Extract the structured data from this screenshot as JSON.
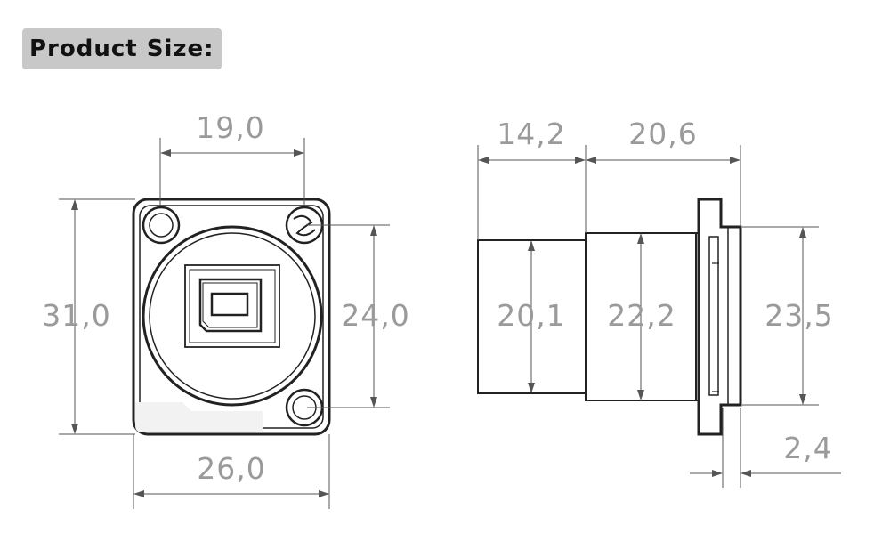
{
  "title": "Product Size:",
  "front_view": {
    "top_width": "19,0",
    "height": "31,0",
    "mount_height": "24,0",
    "bottom_width": "26,0"
  },
  "side_view": {
    "rear_length": "14,2",
    "body_length": "20,6",
    "rear_diameter": "20,1",
    "body_diameter": "22,2",
    "flange_height": "23,5",
    "flange_thickness": "2,4"
  }
}
